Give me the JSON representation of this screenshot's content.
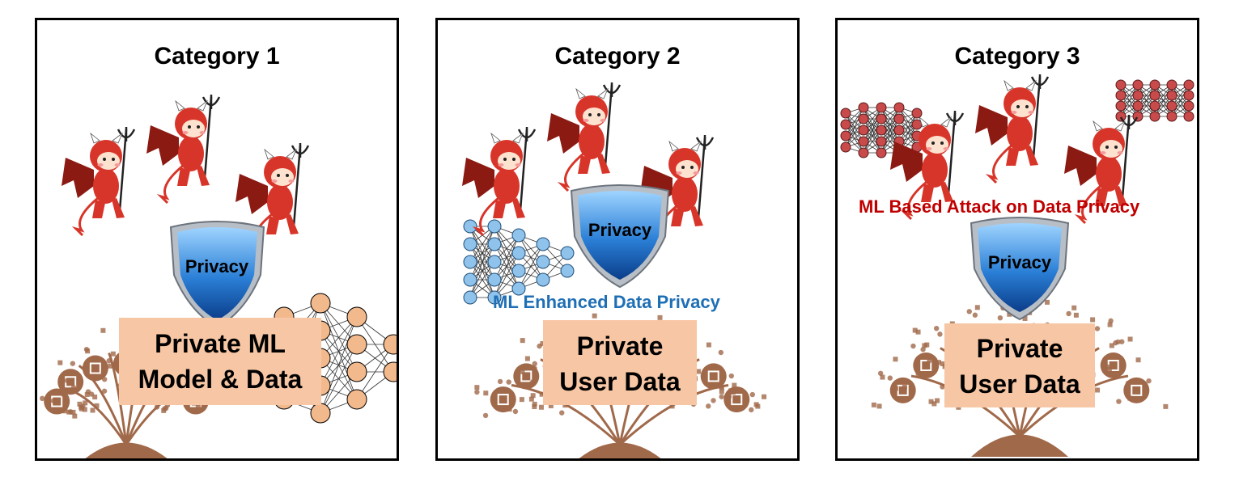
{
  "panels": [
    {
      "title": "Category 1",
      "shield_label": "Privacy",
      "box_lines": [
        "Private ML",
        "Model & Data"
      ]
    },
    {
      "title": "Category 2",
      "shield_label": "Privacy",
      "caption": "ML Enhanced Data Privacy",
      "box_lines": [
        "Private",
        "User Data"
      ]
    },
    {
      "title": "Category 3",
      "shield_label": "Privacy",
      "caption": "ML Based Attack on Data Privacy",
      "box_lines": [
        "Private",
        "User Data"
      ]
    }
  ],
  "colors": {
    "devil_red": "#d8352a",
    "devil_wing": "#8b1a12",
    "shield_blue": "#2a7fd6",
    "box_peach": "#f7c6a4",
    "icon_brown": "#a0694a",
    "nn_node_blue": "#8fc3ec",
    "nn_node_orange": "#f2b98d",
    "nn_node_red": "#c94a4a",
    "caption_blue": "#1f6fb5",
    "caption_red": "#c00000"
  }
}
